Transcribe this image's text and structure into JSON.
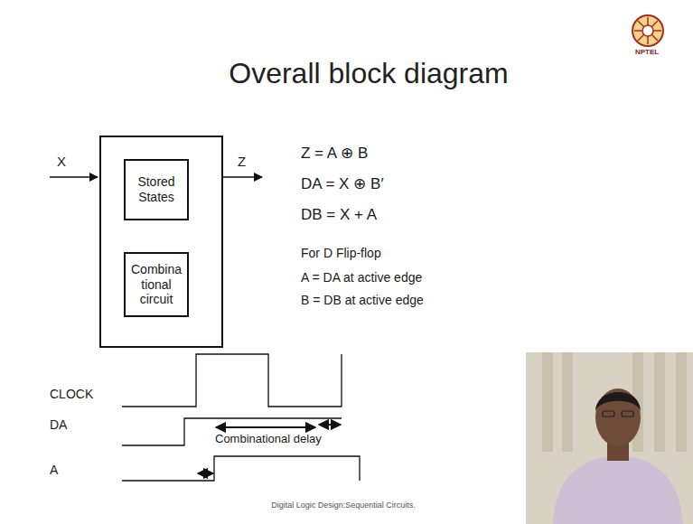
{
  "diagram": {
    "title": "Overall block diagram",
    "caption": "Digital Logic Design:Sequential Circuits.",
    "nodes": [
      {
        "text": []
      },
      {
        "text": [
          "Stored States"
        ],
        "in": 0
      },
      {
        "text": [
          "Combina tional circuit"
        ],
        "in": 0
      }
    ],
    "labels": [
      "NPTEL",
      "X",
      "Z",
      "Z = A ⊕ B",
      "DA = X ⊕ B′",
      "DB = X + A",
      "For D Flip-flop",
      "A = DA at active edge",
      "B = DB at active edge",
      "CLOCK",
      "DA",
      "A",
      "Combinational delay"
    ]
  }
}
